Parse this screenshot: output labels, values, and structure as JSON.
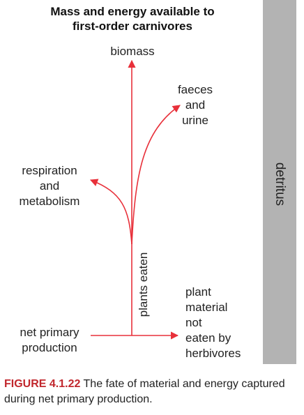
{
  "title": {
    "line1": "Mass and energy available to",
    "line2": "first-order carnivores"
  },
  "labels": {
    "biomass": "biomass",
    "faeces_line1": "faeces",
    "faeces_line2": "and",
    "faeces_line3": "urine",
    "respiration_line1": "respiration",
    "respiration_line2": "and",
    "respiration_line3": "metabolism",
    "plants_eaten": "plants eaten",
    "npp_line1": "net primary",
    "npp_line2": "production",
    "not_eaten_line1": "plant",
    "not_eaten_line2": "material",
    "not_eaten_line3": "not",
    "not_eaten_line4": "eaten by",
    "not_eaten_line5": "herbivores",
    "detritus": "detritus"
  },
  "caption": {
    "figure_label": "FIGURE 4.1.22",
    "text": "The fate of material and energy captured during net primary production."
  },
  "colors": {
    "arrow": "#e8303a",
    "figure_label": "#c1272d",
    "detritus_bar": "#b3b3b3"
  }
}
